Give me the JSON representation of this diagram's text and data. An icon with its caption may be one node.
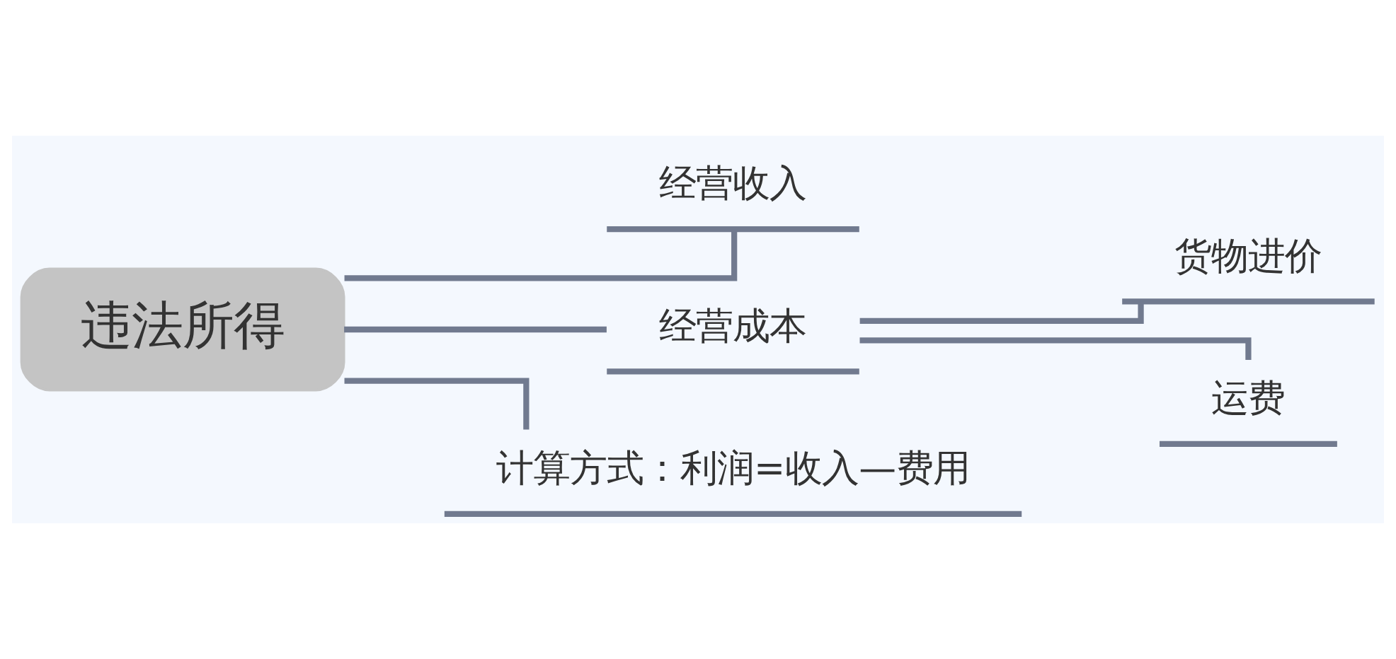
{
  "diagram": {
    "nodes": [
      {
        "text": [
          "违法所得"
        ]
      },
      {
        "text": [
          "经营收入"
        ]
      },
      {
        "text": [
          "经营成本"
        ]
      },
      {
        "text": [
          "计算方式：利润=收入—费用"
        ]
      },
      {
        "text": [
          "货物进价"
        ]
      },
      {
        "text": [
          "运费"
        ]
      }
    ],
    "edges": [
      {
        "from": 0,
        "to": 1,
        "arrow": "none"
      },
      {
        "from": 0,
        "to": 2,
        "arrow": "none"
      },
      {
        "from": 0,
        "to": 3,
        "arrow": "none"
      },
      {
        "from": 2,
        "to": 4,
        "arrow": "none"
      },
      {
        "from": 2,
        "to": 5,
        "arrow": "none"
      }
    ]
  }
}
